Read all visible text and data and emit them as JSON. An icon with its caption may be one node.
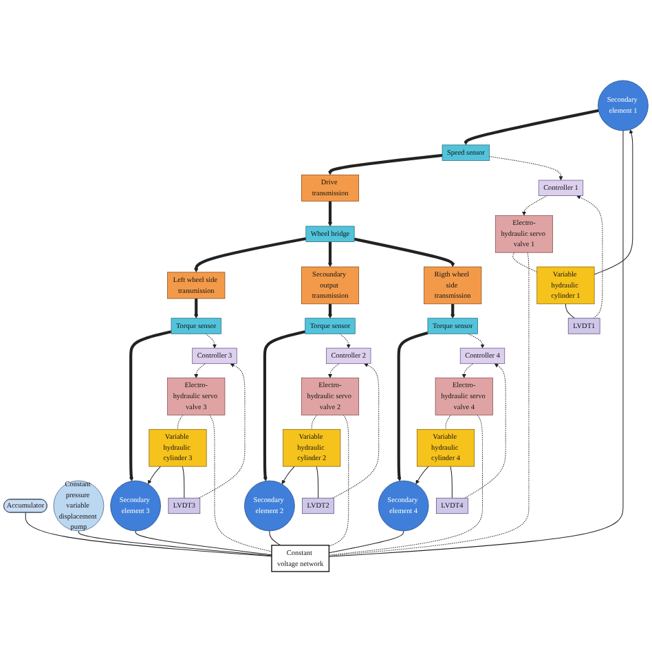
{
  "diagram": {
    "nodes": [
      {
        "text": [
          "Accumulator"
        ]
      },
      {
        "text": [
          "Electro-hydraulic servo valve 3"
        ]
      },
      {
        "text": [
          "Constant voltage network"
        ]
      },
      {
        "text": [
          "Variable hydraulic cylinder 3"
        ]
      },
      {
        "text": [
          "LVDT3"
        ]
      },
      {
        "text": [
          "Secondary element 3"
        ]
      },
      {
        "text": [
          "Controller 3"
        ]
      },
      {
        "text": [
          "Torque sensor"
        ]
      },
      {
        "text": [
          "Electro-hydraulic servo valve 1"
        ]
      },
      {
        "text": [
          "Electro-hydraulic servo valve 2"
        ]
      },
      {
        "text": [
          "Left wheel side transmission"
        ]
      },
      {
        "text": [
          "Variable hydraulic cylinder 1"
        ]
      },
      {
        "text": [
          "Variable hydraulic cylinder 2"
        ]
      },
      {
        "text": [
          "LVDT1"
        ]
      },
      {
        "text": [
          "LVDT2"
        ]
      },
      {
        "text": [
          "Constant pressure variable displacement pump"
        ]
      },
      {
        "text": [
          "Secondary element 1"
        ]
      },
      {
        "text": [
          "Speed sensor"
        ]
      },
      {
        "text": [
          "Drive transmission"
        ]
      },
      {
        "text": [
          "Wheel bridge"
        ]
      },
      {
        "text": [
          "Secoundary output transmission"
        ]
      },
      {
        "text": [
          "Torque sensor"
        ]
      },
      {
        "text": [
          "Secondary element 2"
        ]
      },
      {
        "text": [
          "Controller 1"
        ]
      },
      {
        "text": [
          "Controller 2"
        ]
      },
      {
        "text": [
          "Rigth wheel side transmission"
        ]
      },
      {
        "text": [
          "Controller 4"
        ]
      },
      {
        "text": [
          "Torque sensor"
        ]
      },
      {
        "text": [
          "Variable hydraulic cylinder 4"
        ]
      },
      {
        "text": [
          "LVDT4"
        ]
      },
      {
        "text": [
          "Secondary element 4"
        ]
      },
      {
        "text": [
          "Electro-hydraulic servo valve 4"
        ]
      }
    ],
    "edges": [
      {
        "from": 16,
        "to": 17,
        "arrow": "to",
        "style": "thick"
      },
      {
        "from": 17,
        "to": 18,
        "arrow": "to",
        "style": "thick"
      },
      {
        "from": 18,
        "to": 19,
        "arrow": "to",
        "style": "thick"
      },
      {
        "from": 19,
        "to": 10,
        "arrow": "to",
        "style": "thick"
      },
      {
        "from": 10,
        "to": 7,
        "arrow": "to",
        "style": "thick"
      },
      {
        "from": 7,
        "to": 5,
        "arrow": "to",
        "style": "thick"
      },
      {
        "from": 19,
        "to": 20,
        "arrow": "to",
        "style": "thick"
      },
      {
        "from": 20,
        "to": 21,
        "arrow": "to",
        "style": "thick"
      },
      {
        "from": 21,
        "to": 22,
        "arrow": "to",
        "style": "thick"
      },
      {
        "from": 19,
        "to": 25,
        "arrow": "to",
        "style": "thick"
      },
      {
        "from": 25,
        "to": 27,
        "arrow": "to",
        "style": "thick"
      },
      {
        "from": 27,
        "to": 30,
        "arrow": "to",
        "style": "thick"
      },
      {
        "from": 17,
        "to": 23,
        "arrow": "to",
        "style": "dashed"
      },
      {
        "from": 13,
        "to": 23,
        "arrow": "to",
        "style": "dashed"
      },
      {
        "from": 23,
        "to": 8,
        "arrow": "to",
        "style": "dashed"
      },
      {
        "from": 4,
        "to": 6,
        "arrow": "to",
        "style": "dashed"
      },
      {
        "from": 7,
        "to": 6,
        "arrow": "to",
        "style": "dashed"
      },
      {
        "from": 6,
        "to": 1,
        "arrow": "to",
        "style": "dashed"
      },
      {
        "from": 21,
        "to": 24,
        "arrow": "to",
        "style": "dashed"
      },
      {
        "from": 14,
        "to": 24,
        "arrow": "to",
        "style": "dashed"
      },
      {
        "from": 24,
        "to": 9,
        "arrow": "to",
        "style": "dashed"
      },
      {
        "from": 27,
        "to": 26,
        "arrow": "to",
        "style": "dashed"
      },
      {
        "from": 29,
        "to": 26,
        "arrow": "to",
        "style": "dashed"
      },
      {
        "from": 26,
        "to": 31,
        "arrow": "to",
        "style": "dashed"
      },
      {
        "from": 3,
        "to": 5,
        "arrow": "to"
      },
      {
        "from": 11,
        "to": 16,
        "arrow": "to"
      },
      {
        "from": 12,
        "to": 22,
        "arrow": "to"
      },
      {
        "from": 28,
        "to": 30,
        "arrow": "to"
      },
      {
        "from": 1,
        "to": 3,
        "arrow": "none",
        "style": "dashed"
      },
      {
        "from": 8,
        "to": 11,
        "arrow": "none",
        "style": "dashed"
      },
      {
        "from": 9,
        "to": 12,
        "arrow": "none",
        "style": "dashed"
      },
      {
        "from": 31,
        "to": 28,
        "arrow": "none",
        "style": "dashed"
      },
      {
        "from": 3,
        "to": 4,
        "arrow": "none"
      },
      {
        "from": 11,
        "to": 13,
        "arrow": "none"
      },
      {
        "from": 12,
        "to": 14,
        "arrow": "none"
      },
      {
        "from": 28,
        "to": 29,
        "arrow": "none"
      },
      {
        "from": 0,
        "to": 2,
        "arrow": "none"
      },
      {
        "from": 15,
        "to": 2,
        "arrow": "none"
      },
      {
        "from": 5,
        "to": 2,
        "arrow": "none"
      },
      {
        "from": 16,
        "to": 2,
        "arrow": "none"
      },
      {
        "from": 22,
        "to": 2,
        "arrow": "none"
      },
      {
        "from": 30,
        "to": 2,
        "arrow": "none"
      },
      {
        "from": 1,
        "to": 2,
        "arrow": "none",
        "style": "dashed"
      },
      {
        "from": 8,
        "to": 2,
        "arrow": "none",
        "style": "dashed"
      },
      {
        "from": 9,
        "to": 2,
        "arrow": "none",
        "style": "dashed"
      },
      {
        "from": 31,
        "to": 2,
        "arrow": "none",
        "style": "dashed"
      }
    ]
  }
}
